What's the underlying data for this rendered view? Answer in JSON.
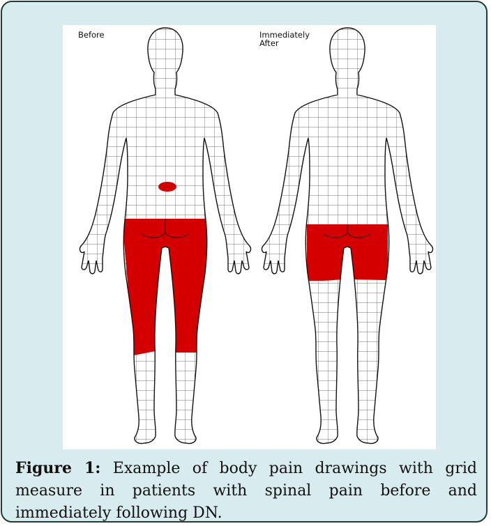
{
  "figure": {
    "before_label": "Before",
    "after_label": "Immediately\nAfter",
    "caption_label": "Figure 1:",
    "caption_text": " Example of body pain drawings with grid measure in patients with spinal pain before and immediately following DN."
  },
  "colors": {
    "box_background": "#d8ebee",
    "box_border": "#1f3b3a",
    "pain_fill": "#d40000",
    "outline": "#111111",
    "grid": "#444444"
  }
}
